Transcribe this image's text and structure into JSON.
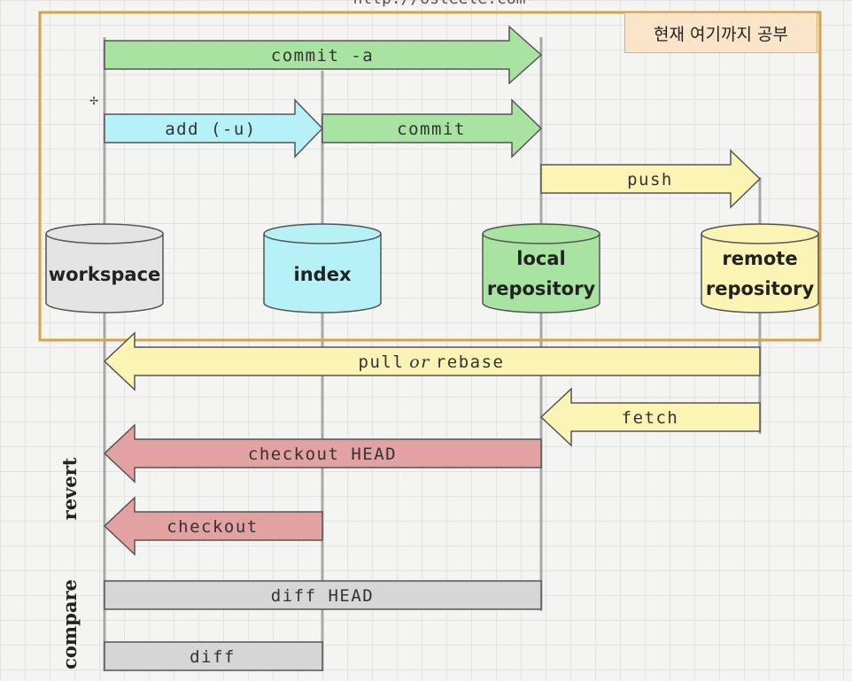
{
  "url_text": "http://osteele.com",
  "note": "현재 여기까지 공부",
  "cursor_glyph": "✢",
  "stores": {
    "workspace": "workspace",
    "index": "index",
    "local_line1": "local",
    "local_line2": "repository",
    "remote_line1": "remote",
    "remote_line2": "repository"
  },
  "commands": {
    "commit_a": "commit -a",
    "add": "add (-u)",
    "commit": "commit",
    "push": "push",
    "pull_part1": "pull",
    "pull_or": "or",
    "pull_part2": "rebase",
    "fetch": "fetch",
    "checkout_head": "checkout HEAD",
    "checkout": "checkout",
    "diff_head": "diff HEAD",
    "diff": "diff"
  },
  "sections": {
    "revert": "revert",
    "compare": "compare"
  },
  "colors": {
    "green": "#a9e3a1",
    "cyan": "#b5f1f7",
    "yellow": "#fbf4b4",
    "red": "#e1a2a1",
    "gray": "#d6d6d6",
    "highlight_border": "#d8a347",
    "note_bg": "#fbe5c9"
  }
}
